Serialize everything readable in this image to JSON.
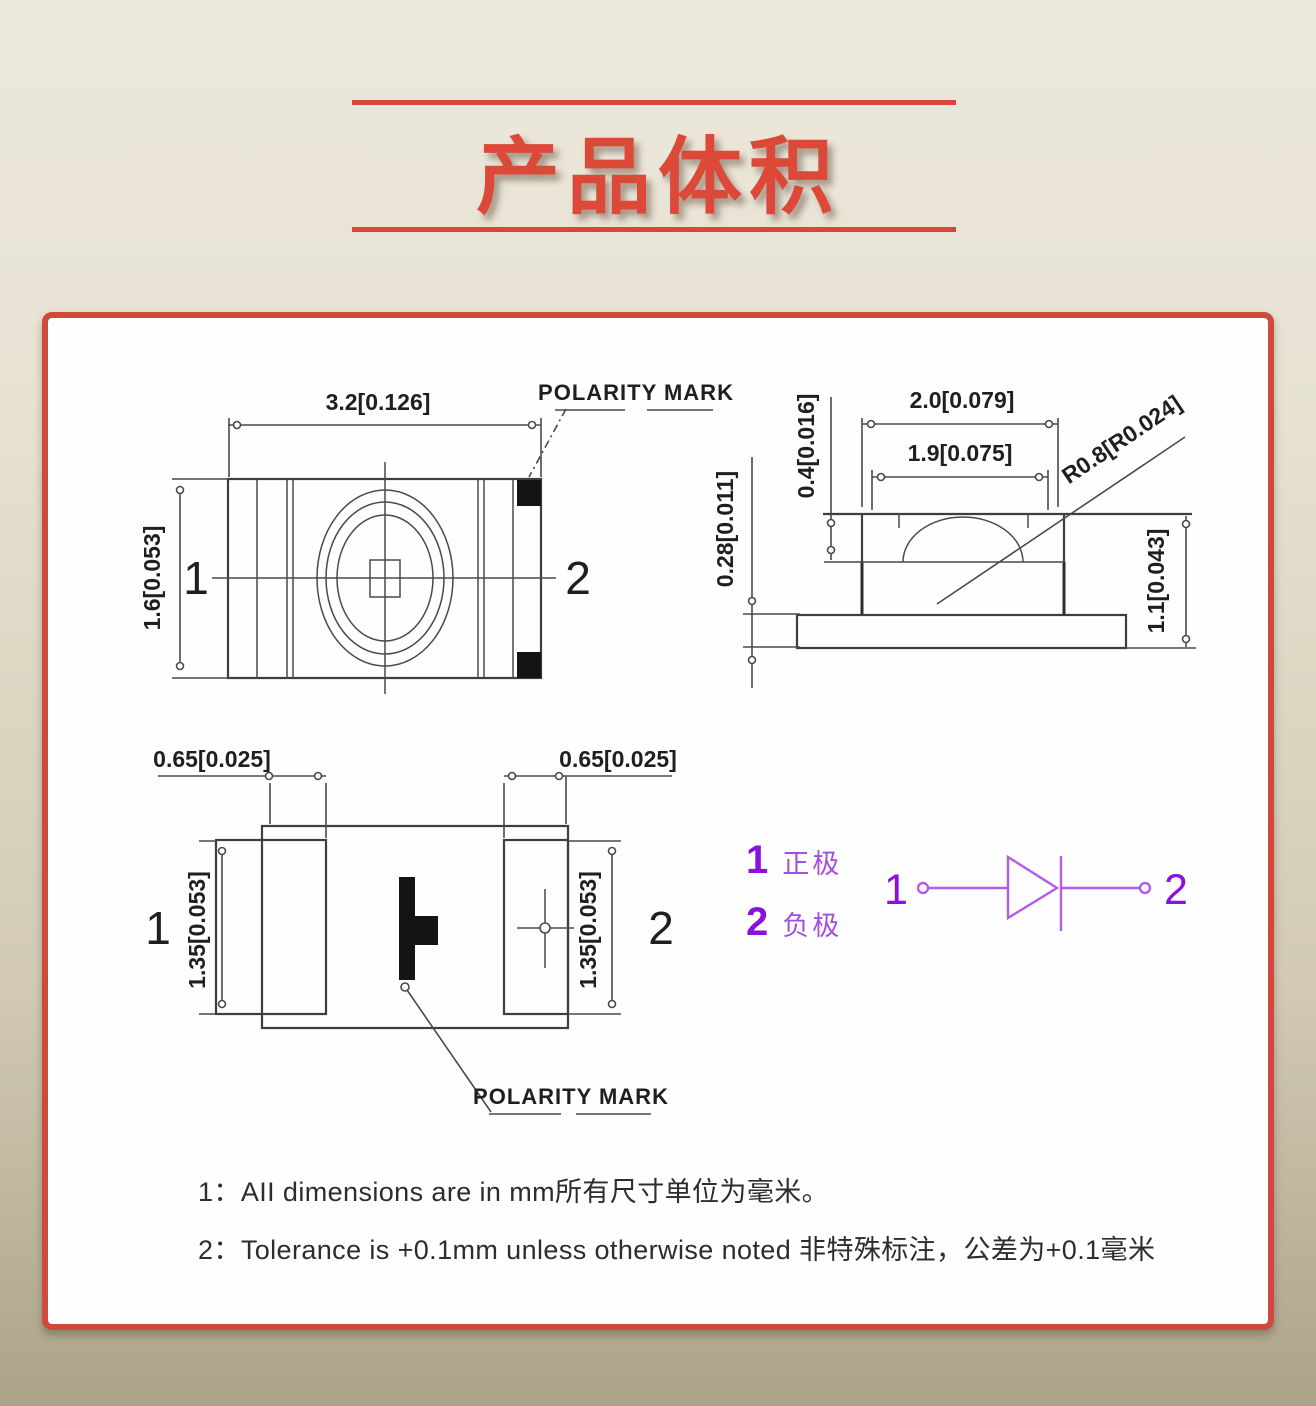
{
  "header": {
    "title": "产品体积"
  },
  "top_view": {
    "dim_width": "3.2[0.126]",
    "dim_height": "1.6[0.053]",
    "pin_left": "1",
    "pin_right": "2",
    "polarity_label": "POLARITY MARK"
  },
  "side_view": {
    "dim_outer_width": "2.0[0.079]",
    "dim_inner_width": "1.9[0.075]",
    "dim_cup_depth": "0.4[0.016]",
    "dim_base_thickness": "0.28[0.011]",
    "dim_total_height": "1.1[0.043]",
    "dim_lens_radius": "R0.8[R0.024]"
  },
  "bottom_view": {
    "dim_pad_width_left": "0.65[0.025]",
    "dim_pad_width_right": "0.65[0.025]",
    "dim_pad_height_left": "1.35[0.053]",
    "dim_pad_height_right": "1.35[0.053]",
    "pin_left": "1",
    "pin_right": "2",
    "polarity_label": "POLARITY MARK"
  },
  "schematic": {
    "legend": [
      {
        "num": "1",
        "label": "正极"
      },
      {
        "num": "2",
        "label": "负极"
      }
    ],
    "pin_left": "1",
    "pin_right": "2"
  },
  "notes": {
    "line1": "1：AII dimensions are in mm所有尺寸单位为毫米。",
    "line2": "2：Tolerance is +0.1mm unless otherwise noted 非特殊标注，公差为+0.1毫米"
  },
  "colors": {
    "accent_red": "#d9473a",
    "purple_dark": "#8a10e0",
    "purple_light": "#b55ce6",
    "line_gray": "#3e3e3e"
  }
}
